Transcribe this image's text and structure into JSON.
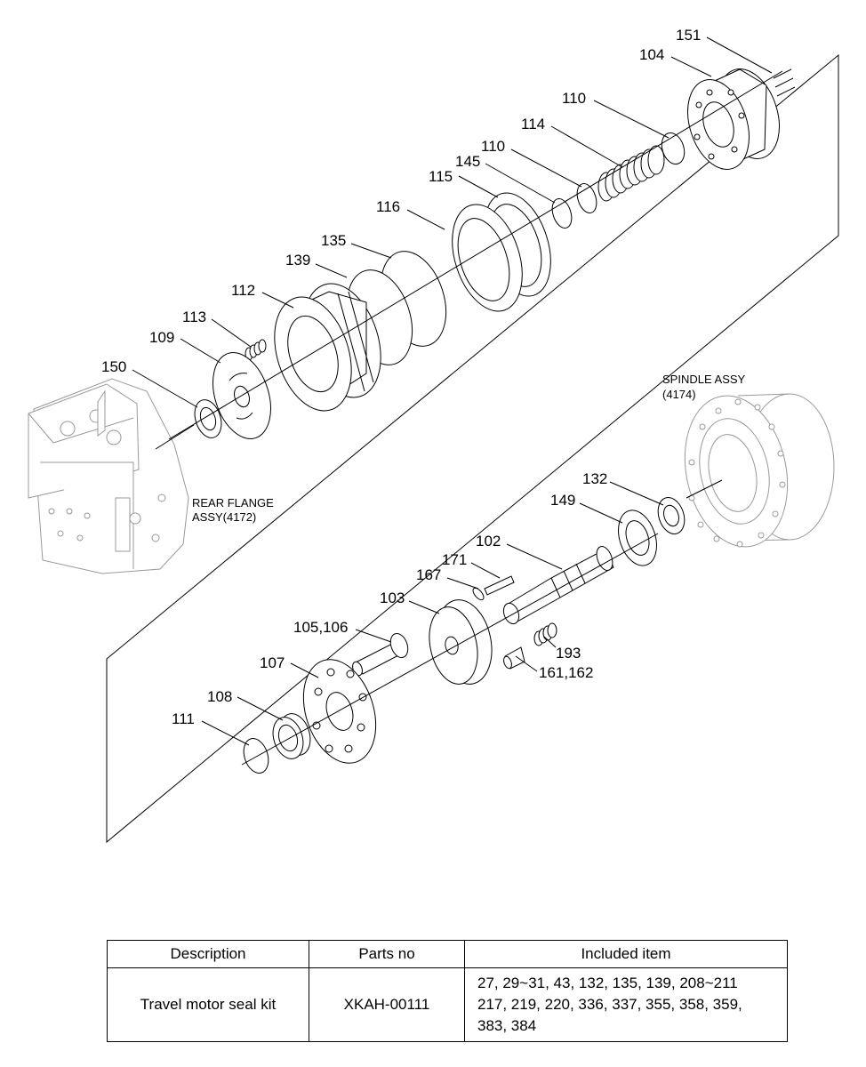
{
  "callouts": [
    {
      "id": "151",
      "text": "151"
    },
    {
      "id": "104",
      "text": "104"
    },
    {
      "id": "110a",
      "text": "110"
    },
    {
      "id": "114",
      "text": "114"
    },
    {
      "id": "110b",
      "text": "110"
    },
    {
      "id": "145",
      "text": "145"
    },
    {
      "id": "115",
      "text": "115"
    },
    {
      "id": "116",
      "text": "116"
    },
    {
      "id": "135",
      "text": "135"
    },
    {
      "id": "139",
      "text": "139"
    },
    {
      "id": "112",
      "text": "112"
    },
    {
      "id": "113",
      "text": "113"
    },
    {
      "id": "109",
      "text": "109"
    },
    {
      "id": "150",
      "text": "150"
    },
    {
      "id": "132",
      "text": "132"
    },
    {
      "id": "149",
      "text": "149"
    },
    {
      "id": "102",
      "text": "102"
    },
    {
      "id": "171",
      "text": "171"
    },
    {
      "id": "167",
      "text": "167"
    },
    {
      "id": "103",
      "text": "103"
    },
    {
      "id": "105-106",
      "text": "105,106"
    },
    {
      "id": "193",
      "text": "193"
    },
    {
      "id": "161-162",
      "text": "161,162"
    },
    {
      "id": "107",
      "text": "107"
    },
    {
      "id": "108",
      "text": "108"
    },
    {
      "id": "111",
      "text": "111"
    }
  ],
  "assemblies": {
    "spindle": {
      "line1": "SPINDLE ASSY",
      "line2": "(4174)"
    },
    "rear_flange": {
      "line1": "REAR FLANGE",
      "line2": "ASSY(4172)"
    }
  },
  "table": {
    "headers": [
      "Description",
      "Parts no",
      "Included item"
    ],
    "rows": [
      {
        "description": "Travel motor seal kit",
        "parts_no": "XKAH-00111",
        "included_lines": [
          "27, 29~31, 43, 132, 135, 139, 208~211",
          "217, 219, 220, 336, 337, 355, 358, 359,",
          "383, 384"
        ]
      }
    ]
  }
}
